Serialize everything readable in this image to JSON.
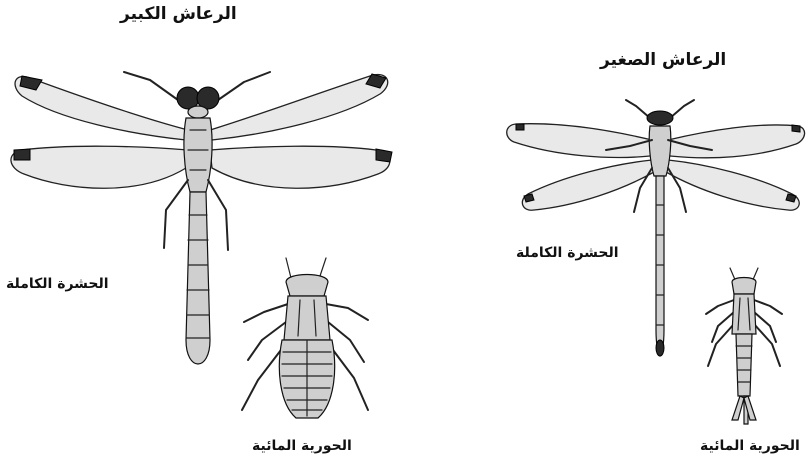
{
  "diagram": {
    "large_dragonfly": {
      "title": "الرعاش الكبير",
      "adult_label": "الحشرة الكاملة",
      "nymph_label": "الحورية المائية"
    },
    "small_damselfly": {
      "title": "الرعاش الصغير",
      "adult_label": "الحشرة الكاملة",
      "nymph_label": "الحورية المائية"
    }
  }
}
